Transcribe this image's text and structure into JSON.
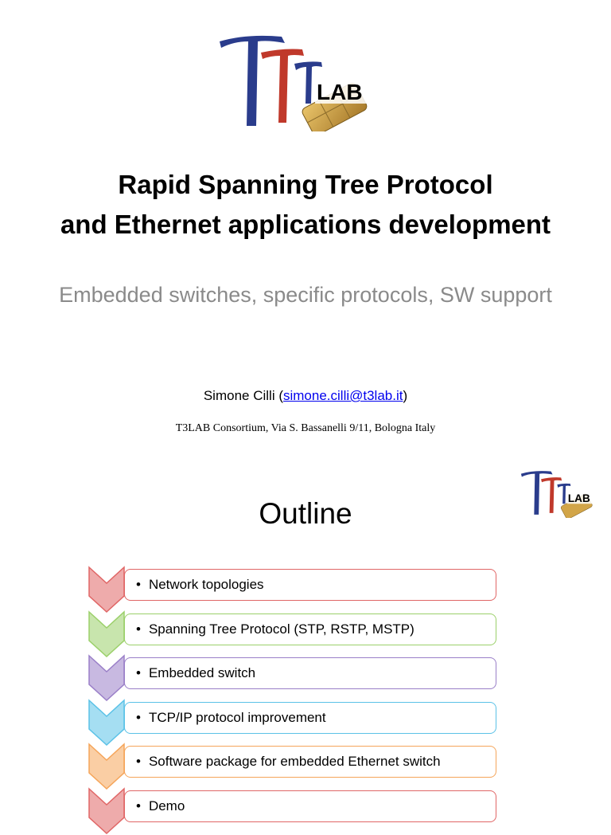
{
  "slide1": {
    "logo": {
      "text": "LAB",
      "icon": "t3lab-logo-icon"
    },
    "title_line1": "Rapid Spanning Tree Protocol",
    "title_line2": "and Ethernet applications development",
    "subtitle": "Embedded switches, specific protocols, SW support",
    "author_name": "Simone Cilli (",
    "author_email": "simone.cilli@t3lab.it",
    "author_close": ")",
    "affiliation": "T3LAB  Consortium, Via S. Bassanelli 9/11, Bologna Italy"
  },
  "slide2": {
    "logo": {
      "text": "LAB",
      "icon": "t3lab-logo-icon"
    },
    "title": "Outline",
    "items": [
      {
        "label": "Network topologies",
        "color": "#e06666"
      },
      {
        "label": "Spanning Tree Protocol (STP, RSTP, MSTP)",
        "color": "#9bd06a"
      },
      {
        "label": "Embedded switch",
        "color": "#9a7fc8"
      },
      {
        "label": "TCP/IP protocol improvement",
        "color": "#5bc2e7"
      },
      {
        "label": "Software package for embedded Ethernet switch",
        "color": "#f5a55a"
      },
      {
        "label": "Demo",
        "color": "#e06666"
      }
    ]
  }
}
